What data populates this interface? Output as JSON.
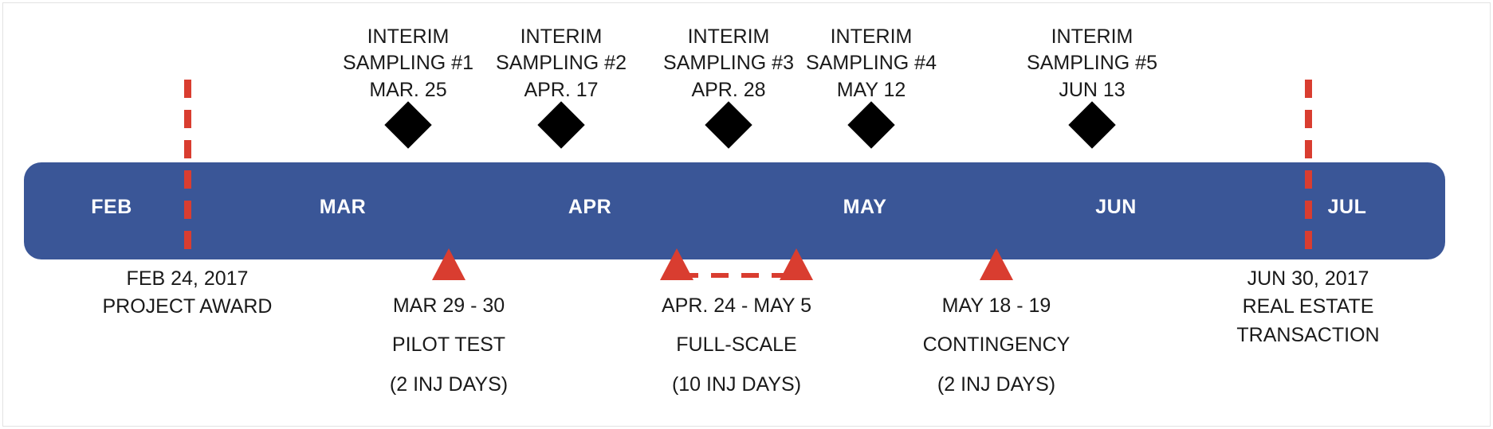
{
  "chart_data": {
    "type": "timeline",
    "title": "",
    "bar_color": "#3a5697",
    "marker_color": "#d93d30",
    "diamond_color": "#000000",
    "axis_months": [
      "FEB",
      "MAR",
      "APR",
      "MAY",
      "JUN",
      "JUL"
    ],
    "milestones": [
      {
        "label": "FEB 24, 2017",
        "sublabel": "PROJECT AWARD"
      },
      {
        "label": "JUN 30, 2017",
        "sublabel": "REAL ESTATE",
        "sublabel2": "TRANSACTION"
      }
    ],
    "samplings": [
      {
        "name": "INTERIM",
        "name2": "SAMPLING #1",
        "date": "MAR. 25"
      },
      {
        "name": "INTERIM",
        "name2": "SAMPLING #2",
        "date": "APR. 17"
      },
      {
        "name": "INTERIM",
        "name2": "SAMPLING #3",
        "date": "APR. 28"
      },
      {
        "name": "INTERIM",
        "name2": "SAMPLING #4",
        "date": "MAY 12"
      },
      {
        "name": "INTERIM",
        "name2": "SAMPLING #5",
        "date": "JUN 13"
      }
    ],
    "events": [
      {
        "date": "MAR 29 - 30",
        "name": "PILOT TEST",
        "detail": "(2 INJ DAYS)",
        "span": false
      },
      {
        "date": "APR. 24 - MAY 5",
        "name": "FULL-SCALE",
        "detail": "(10 INJ DAYS)",
        "span": true
      },
      {
        "date": "MAY 18 - 19",
        "name": "CONTINGENCY",
        "detail": "(2 INJ DAYS)",
        "span": false
      }
    ]
  },
  "timeline": {
    "months": [
      {
        "label": "FEB"
      },
      {
        "label": "MAR"
      },
      {
        "label": "APR"
      },
      {
        "label": "MAY"
      },
      {
        "label": "JUN"
      },
      {
        "label": "JUL"
      }
    ]
  },
  "milestones": [
    {
      "line1": "FEB 24, 2017",
      "line2": "PROJECT AWARD",
      "line3": ""
    },
    {
      "line1": "JUN 30, 2017",
      "line2": "REAL ESTATE",
      "line3": "TRANSACTION"
    }
  ],
  "samplings": [
    {
      "line1": "INTERIM",
      "line2": "SAMPLING #1",
      "line3": "MAR. 25"
    },
    {
      "line1": "INTERIM",
      "line2": "SAMPLING #2",
      "line3": "APR. 17"
    },
    {
      "line1": "INTERIM",
      "line2": "SAMPLING #3",
      "line3": "APR. 28"
    },
    {
      "line1": "INTERIM",
      "line2": "SAMPLING #4",
      "line3": "MAY 12"
    },
    {
      "line1": "INTERIM",
      "line2": "SAMPLING #5",
      "line3": "JUN 13"
    }
  ],
  "events": [
    {
      "line1": "MAR 29 - 30",
      "line2": "PILOT TEST",
      "line3": "(2 INJ DAYS)"
    },
    {
      "line1": "APR. 24 - MAY 5",
      "line2": "FULL-SCALE",
      "line3": "(10 INJ DAYS)"
    },
    {
      "line1": "MAY 18 - 19",
      "line2": "CONTINGENCY",
      "line3": "(2 INJ DAYS)"
    }
  ]
}
